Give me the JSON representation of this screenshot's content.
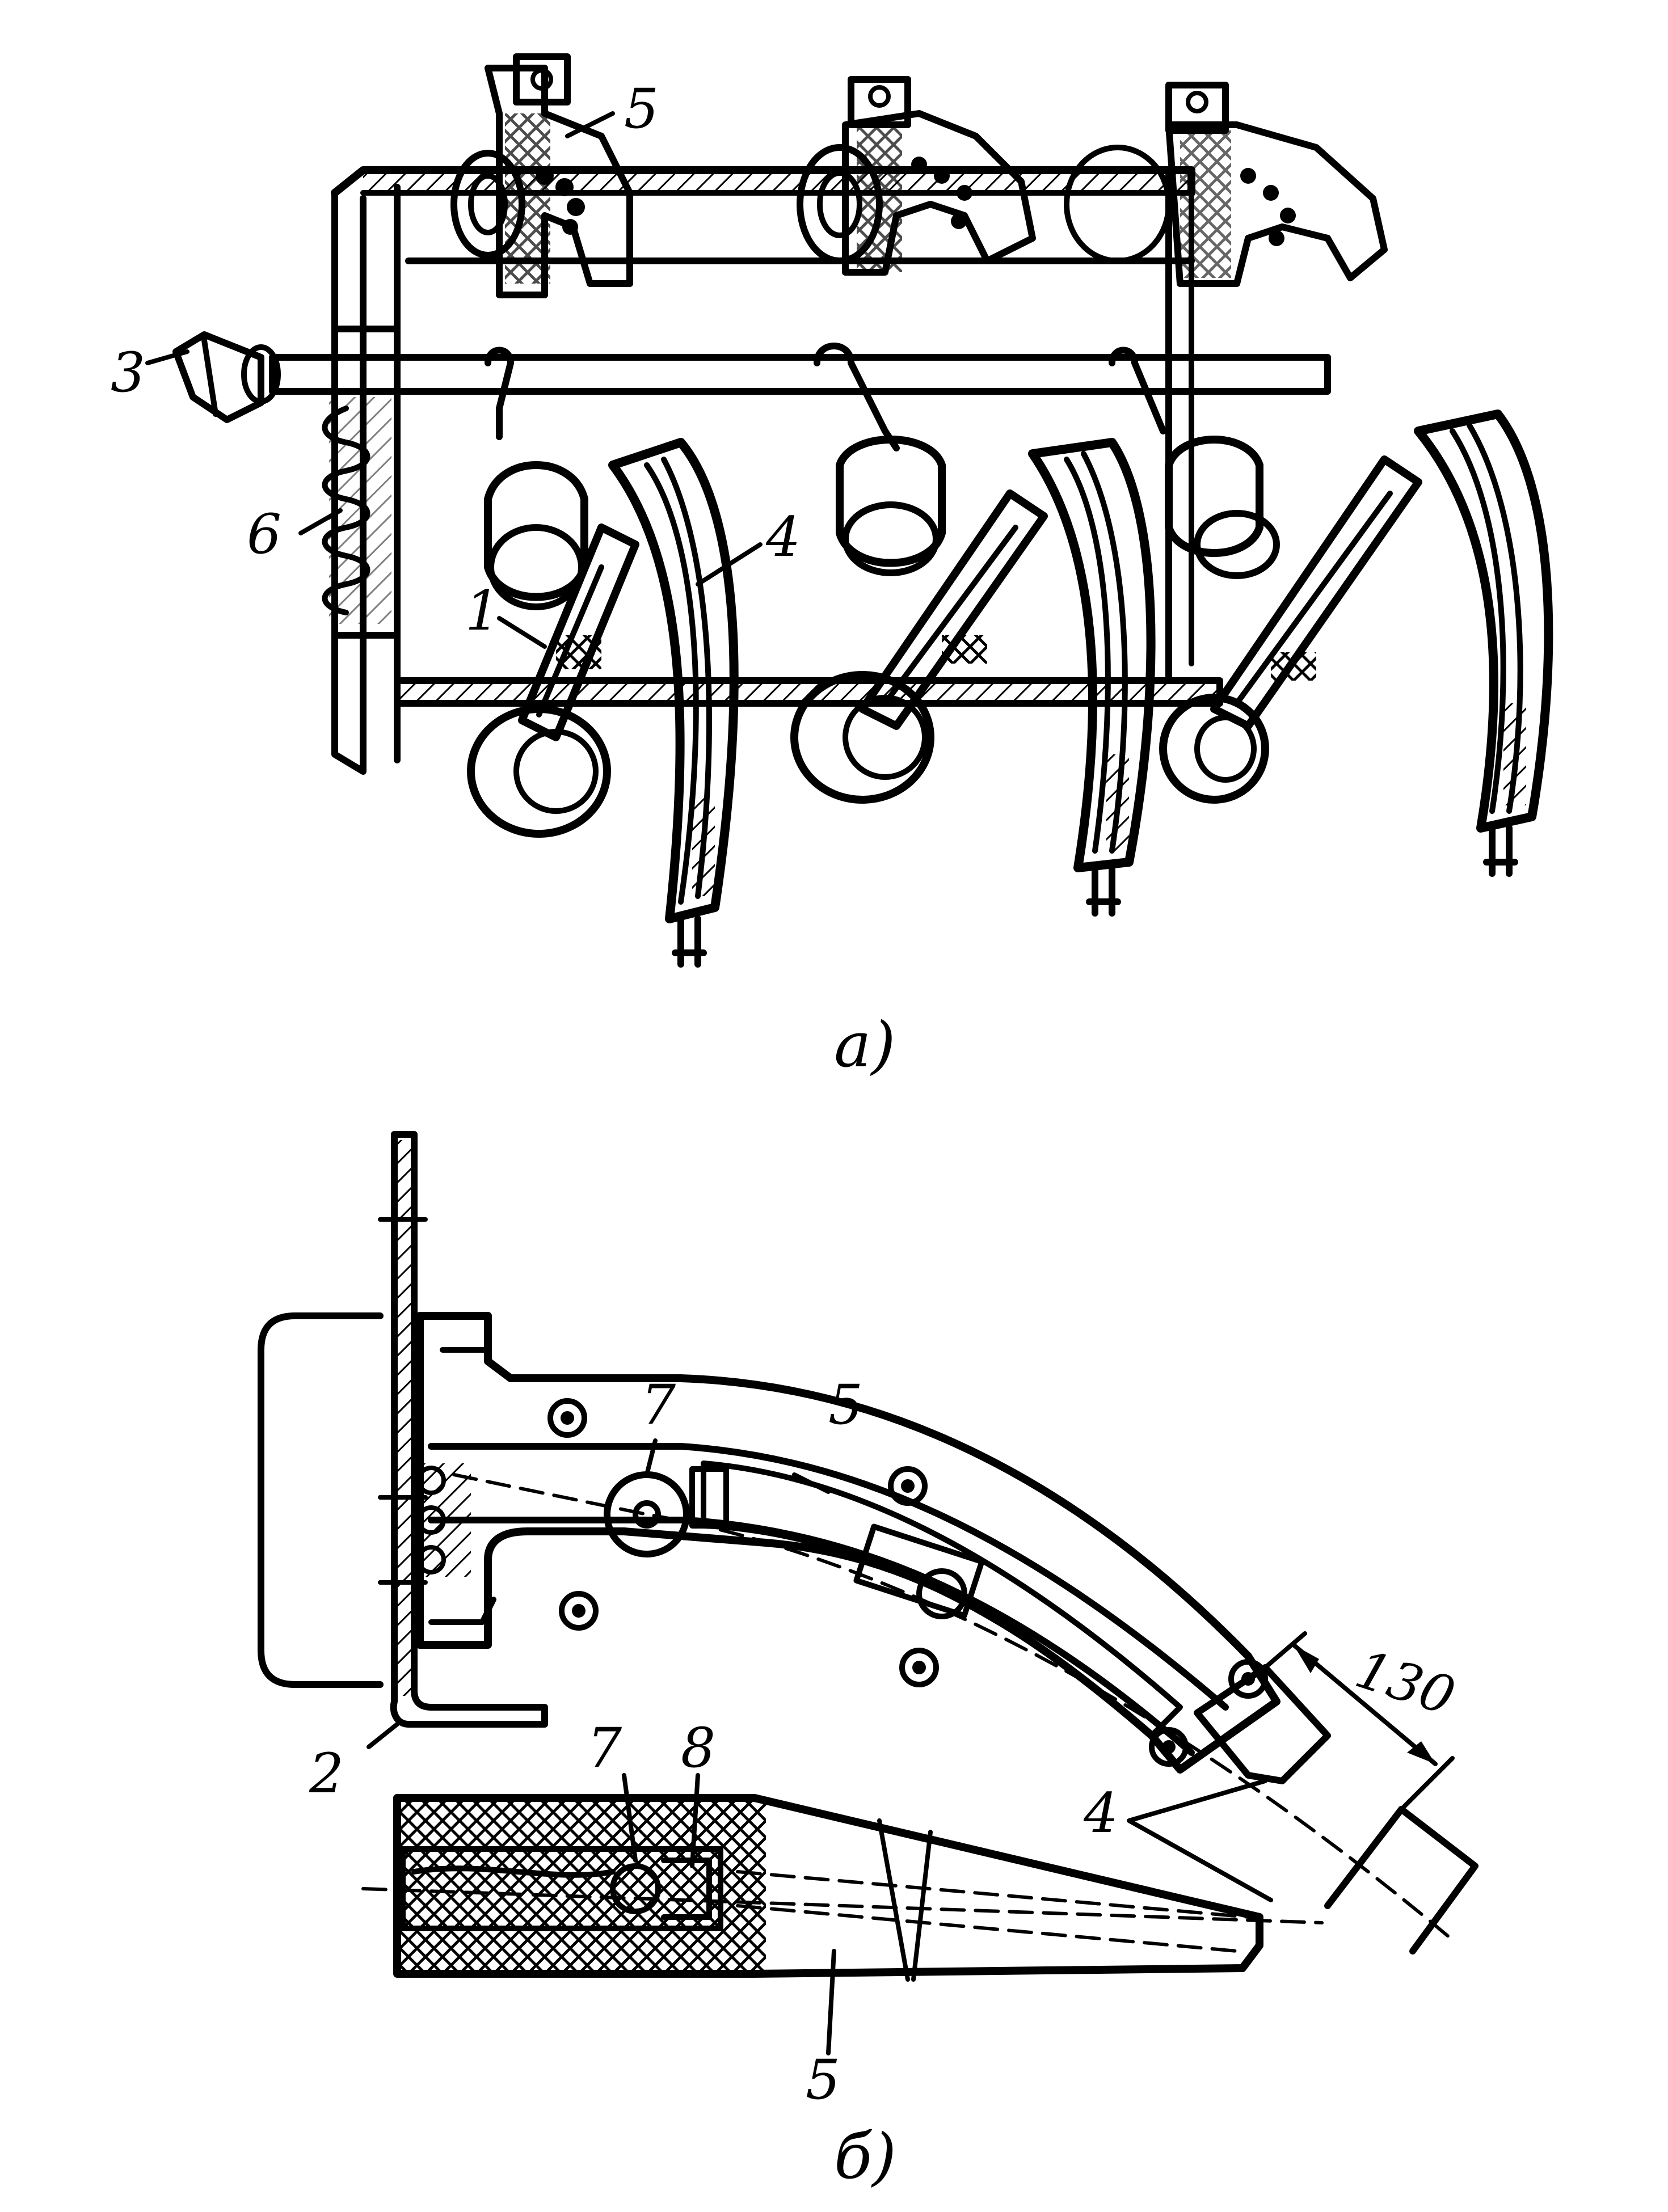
{
  "figure_a": {
    "caption": "а)",
    "callouts": {
      "c1": "1",
      "c3": "3",
      "c4": "4",
      "c5": "5",
      "c6": "6"
    }
  },
  "figure_b": {
    "caption": "б)",
    "callouts": {
      "c2": "2",
      "c4": "4",
      "c5_top": "5",
      "c5_bottom": "5",
      "c7_top": "7",
      "c7_bottom": "7",
      "c8": "8"
    },
    "dimension": "130"
  },
  "colors": {
    "ink": "#000000",
    "paper": "#ffffff"
  }
}
